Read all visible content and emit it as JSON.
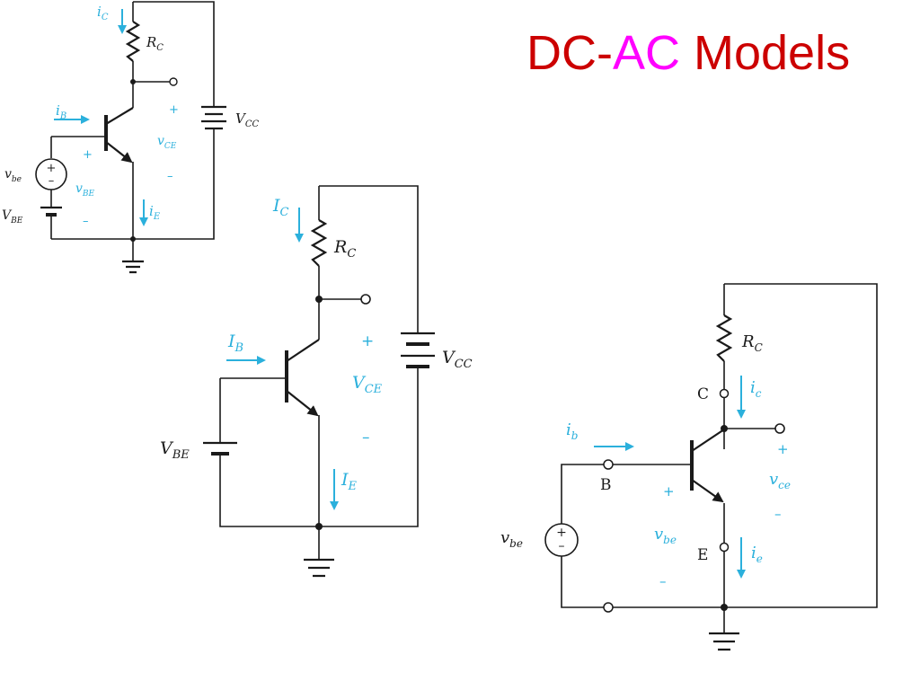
{
  "title": {
    "part1": "DC-",
    "part2": "AC",
    "part3": " Models",
    "colors": {
      "part1": "#cc0000",
      "part2": "#ff00ff",
      "part3": "#cc0000"
    }
  },
  "circuit_combined": {
    "ic": "i",
    "ic_sub": "C",
    "rc": "R",
    "rc_sub": "C",
    "ib": "i",
    "ib_sub": "B",
    "vce": "v",
    "vce_sub": "CE",
    "vcc": "V",
    "vcc_sub": "CC",
    "vbe_src": "v",
    "vbe_src_sub": "be",
    "vbe_label": "v",
    "vbe_label_sub": "BE",
    "vbe_dc": "V",
    "vbe_dc_sub": "BE",
    "ie": "i",
    "ie_sub": "E",
    "plus": "+",
    "minus": "–"
  },
  "circuit_dc": {
    "ic": "I",
    "ic_sub": "C",
    "rc": "R",
    "rc_sub": "C",
    "ib": "I",
    "ib_sub": "B",
    "vce": "V",
    "vce_sub": "CE",
    "vcc": "V",
    "vcc_sub": "CC",
    "vbe": "V",
    "vbe_sub": "BE",
    "ie": "I",
    "ie_sub": "E",
    "plus": "+",
    "minus": "–"
  },
  "circuit_ac": {
    "rc": "R",
    "rc_sub": "C",
    "node_c": "C",
    "node_b": "B",
    "node_e": "E",
    "ic": "i",
    "ic_sub": "c",
    "ib": "i",
    "ib_sub": "b",
    "vce": "v",
    "vce_sub": "ce",
    "vbe_src": "v",
    "vbe_src_sub": "be",
    "vbe_label": "v",
    "vbe_label_sub": "be",
    "ie": "i",
    "ie_sub": "e",
    "plus": "+",
    "minus": "–"
  }
}
